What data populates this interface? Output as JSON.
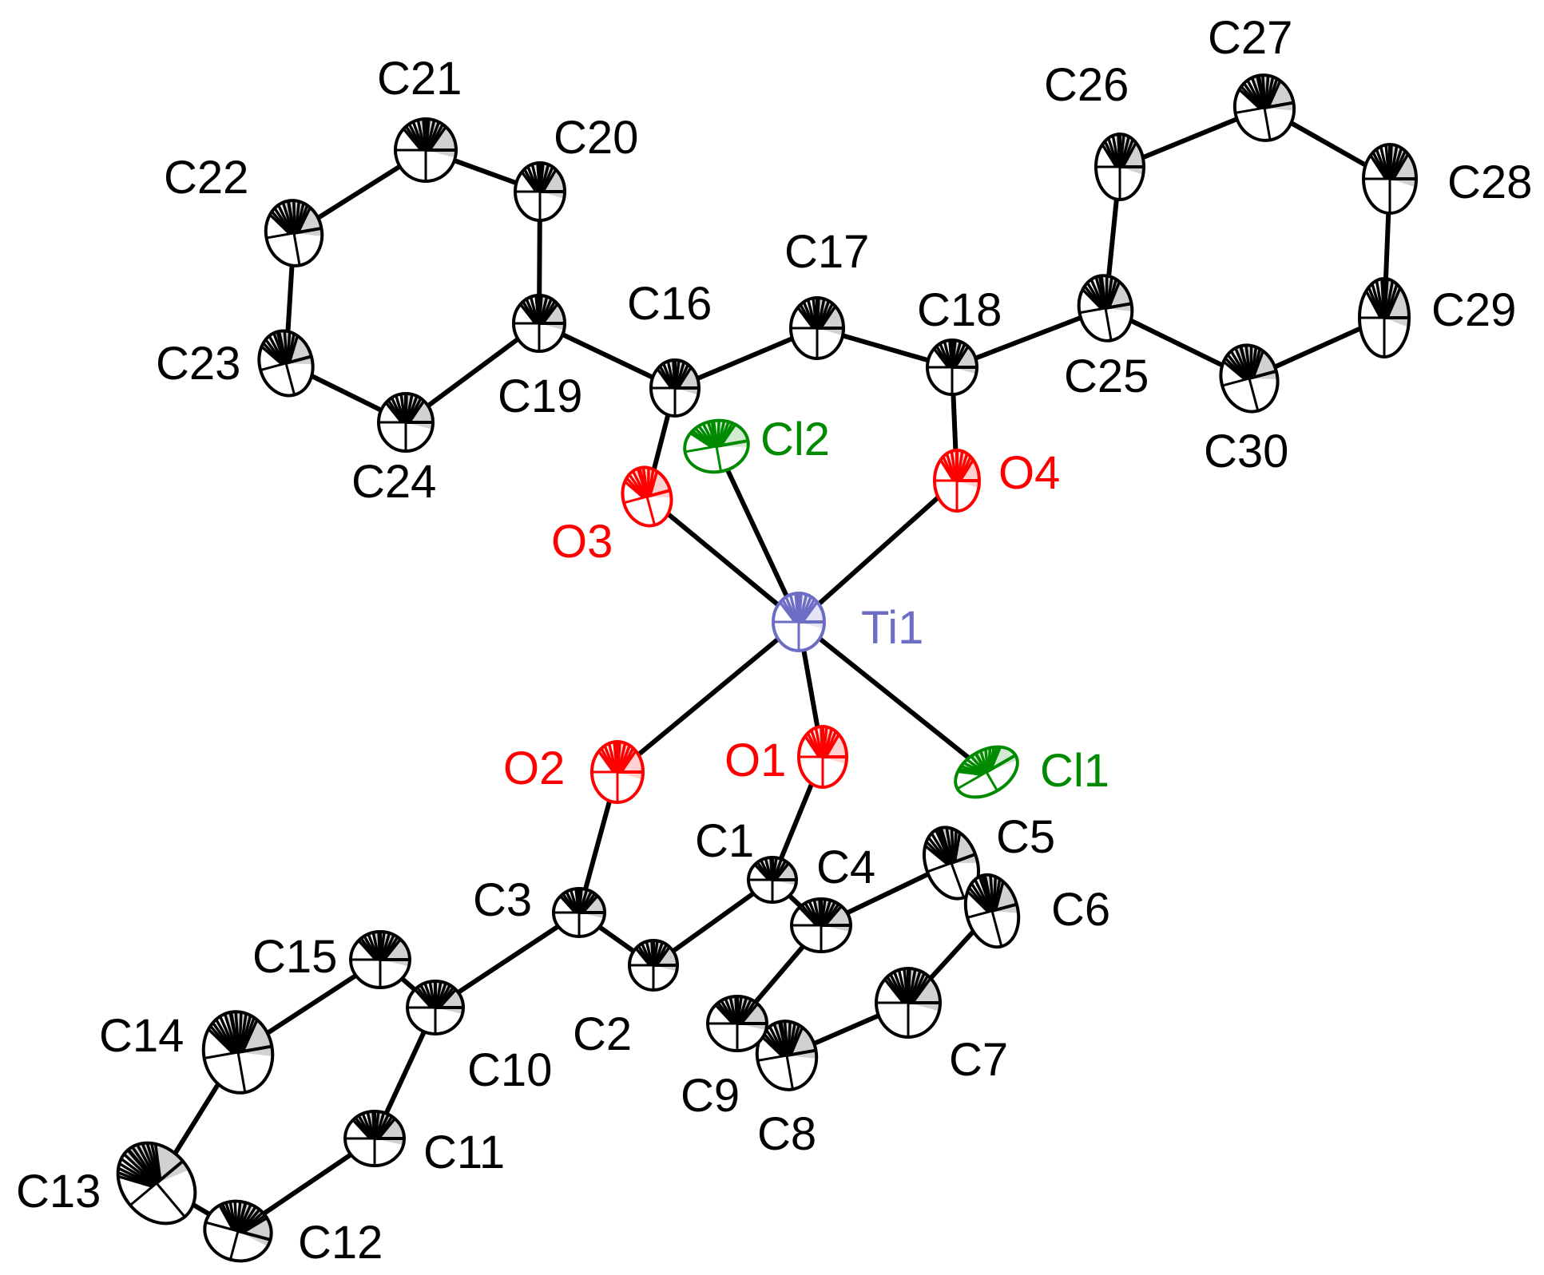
{
  "colors": {
    "C": "#000000",
    "O": "#ff0000",
    "Cl": "#008a00",
    "Ti": "#6d6dc6",
    "bond": "#000000"
  },
  "atoms": [
    {
      "id": "Ti1",
      "label": "Ti1",
      "element": "Ti"
    },
    {
      "id": "Cl1",
      "label": "Cl1",
      "element": "Cl"
    },
    {
      "id": "Cl2",
      "label": "Cl2",
      "element": "Cl"
    },
    {
      "id": "O1",
      "label": "O1",
      "element": "O"
    },
    {
      "id": "O2",
      "label": "O2",
      "element": "O"
    },
    {
      "id": "O3",
      "label": "O3",
      "element": "O"
    },
    {
      "id": "O4",
      "label": "O4",
      "element": "O"
    },
    {
      "id": "C1",
      "label": "C1",
      "element": "C"
    },
    {
      "id": "C2",
      "label": "C2",
      "element": "C"
    },
    {
      "id": "C3",
      "label": "C3",
      "element": "C"
    },
    {
      "id": "C4",
      "label": "C4",
      "element": "C"
    },
    {
      "id": "C5",
      "label": "C5",
      "element": "C"
    },
    {
      "id": "C6",
      "label": "C6",
      "element": "C"
    },
    {
      "id": "C7",
      "label": "C7",
      "element": "C"
    },
    {
      "id": "C8",
      "label": "C8",
      "element": "C"
    },
    {
      "id": "C9",
      "label": "C9",
      "element": "C"
    },
    {
      "id": "C10",
      "label": "C10",
      "element": "C"
    },
    {
      "id": "C11",
      "label": "C11",
      "element": "C"
    },
    {
      "id": "C12",
      "label": "C12",
      "element": "C"
    },
    {
      "id": "C13",
      "label": "C13",
      "element": "C"
    },
    {
      "id": "C14",
      "label": "C14",
      "element": "C"
    },
    {
      "id": "C15",
      "label": "C15",
      "element": "C"
    },
    {
      "id": "C16",
      "label": "C16",
      "element": "C"
    },
    {
      "id": "C17",
      "label": "C17",
      "element": "C"
    },
    {
      "id": "C18",
      "label": "C18",
      "element": "C"
    },
    {
      "id": "C19",
      "label": "C19",
      "element": "C"
    },
    {
      "id": "C20",
      "label": "C20",
      "element": "C"
    },
    {
      "id": "C21",
      "label": "C21",
      "element": "C"
    },
    {
      "id": "C22",
      "label": "C22",
      "element": "C"
    },
    {
      "id": "C23",
      "label": "C23",
      "element": "C"
    },
    {
      "id": "C24",
      "label": "C24",
      "element": "C"
    },
    {
      "id": "C25",
      "label": "C25",
      "element": "C"
    },
    {
      "id": "C26",
      "label": "C26",
      "element": "C"
    },
    {
      "id": "C27",
      "label": "C27",
      "element": "C"
    },
    {
      "id": "C28",
      "label": "C28",
      "element": "C"
    },
    {
      "id": "C29",
      "label": "C29",
      "element": "C"
    },
    {
      "id": "C30",
      "label": "C30",
      "element": "C"
    }
  ],
  "bonds": [
    [
      "Ti1",
      "O1"
    ],
    [
      "Ti1",
      "O2"
    ],
    [
      "Ti1",
      "O3"
    ],
    [
      "Ti1",
      "O4"
    ],
    [
      "Ti1",
      "Cl1"
    ],
    [
      "Ti1",
      "Cl2"
    ],
    [
      "O1",
      "C1"
    ],
    [
      "O2",
      "C3"
    ],
    [
      "C1",
      "C2"
    ],
    [
      "C2",
      "C3"
    ],
    [
      "C1",
      "C4"
    ],
    [
      "C3",
      "C10"
    ],
    [
      "C4",
      "C5"
    ],
    [
      "C5",
      "C6"
    ],
    [
      "C6",
      "C7"
    ],
    [
      "C7",
      "C8"
    ],
    [
      "C8",
      "C9"
    ],
    [
      "C9",
      "C4"
    ],
    [
      "C10",
      "C11"
    ],
    [
      "C11",
      "C12"
    ],
    [
      "C12",
      "C13"
    ],
    [
      "C13",
      "C14"
    ],
    [
      "C14",
      "C15"
    ],
    [
      "C15",
      "C10"
    ],
    [
      "O3",
      "C16"
    ],
    [
      "O4",
      "C18"
    ],
    [
      "C16",
      "C17"
    ],
    [
      "C17",
      "C18"
    ],
    [
      "C16",
      "C19"
    ],
    [
      "C18",
      "C25"
    ],
    [
      "C19",
      "C20"
    ],
    [
      "C20",
      "C21"
    ],
    [
      "C21",
      "C22"
    ],
    [
      "C22",
      "C23"
    ],
    [
      "C23",
      "C24"
    ],
    [
      "C24",
      "C19"
    ],
    [
      "C25",
      "C26"
    ],
    [
      "C26",
      "C27"
    ],
    [
      "C27",
      "C28"
    ],
    [
      "C28",
      "C29"
    ],
    [
      "C29",
      "C30"
    ],
    [
      "C30",
      "C25"
    ]
  ]
}
